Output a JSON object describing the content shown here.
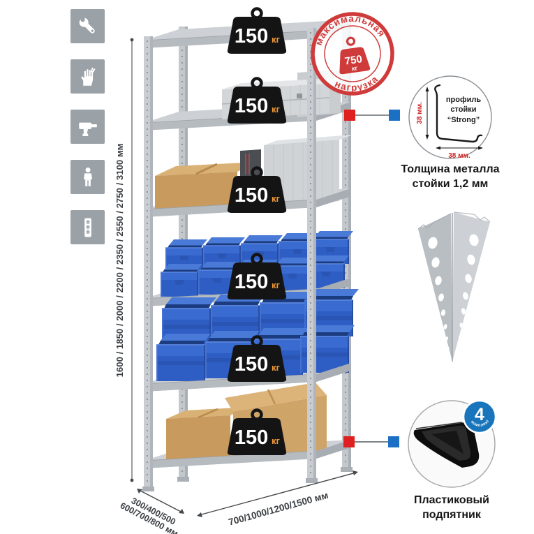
{
  "sidebar_icons": [
    "wrench",
    "gloves",
    "drill",
    "person",
    "power-strip"
  ],
  "dimensions": {
    "height_options": "1600 / 1850 / 2000 / 2200 / 2350 / 2550 / 2750 / 3100 мм",
    "depth_options_line1": "300/400/500",
    "depth_options_line2": "600/700/800 мм",
    "width_options": "700/1000/1200/1500 мм"
  },
  "shelf_load_badge": {
    "value": "150",
    "unit": "кг"
  },
  "max_load_stamp": {
    "arc_top": "максимальная",
    "arc_bottom": "нагрузка",
    "value": "750",
    "unit": "кг"
  },
  "post_profile_detail": {
    "label_line1": "профиль",
    "label_line2": "стойки",
    "label_line3": "“Strong”",
    "vertical_dim": "38 мм.",
    "horizontal_dim": "38 мм.",
    "caption_line1": "Толщина металла",
    "caption_line2": "стойки 1,2 мм"
  },
  "foot_detail": {
    "badge_count": "4",
    "badge_label": "в комплекте",
    "caption_line1": "Пластиковый",
    "caption_line2": "подпятник"
  },
  "colors": {
    "accent_red": "#cf3a3a",
    "connector_red": "#e02020",
    "connector_blue": "#1b6fc4",
    "metal": "#c9cdd1",
    "bin_blue": "#2f62c6",
    "badge_black": "#141414",
    "icon_gray": "#9aa1a7"
  }
}
